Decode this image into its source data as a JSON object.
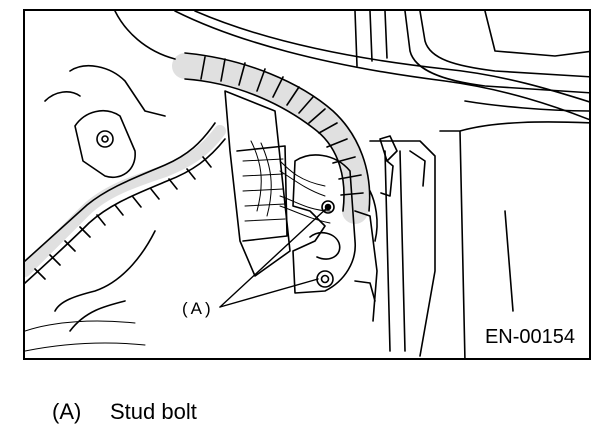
{
  "diagram": {
    "callout_label": "(A)",
    "figure_code": "EN-00154"
  },
  "legend": [
    {
      "key": "(A)",
      "text": "Stud bolt"
    }
  ]
}
